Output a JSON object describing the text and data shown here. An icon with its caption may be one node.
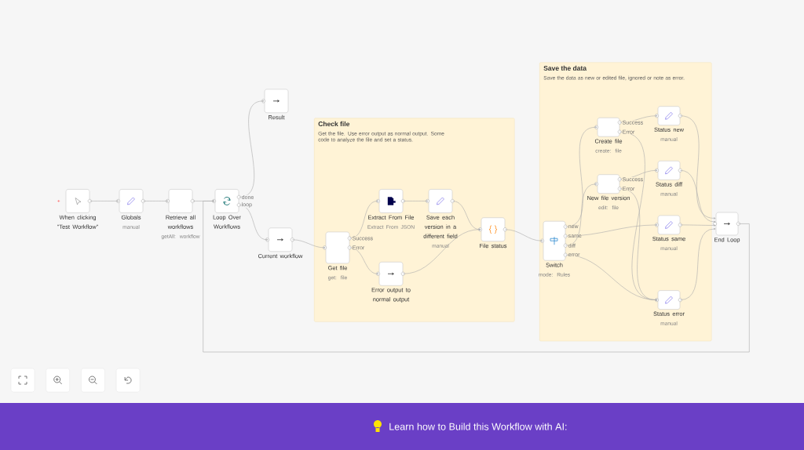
{
  "diagram": {
    "nodes": [
      {
        "text": [
          "Check file",
          "Get the file. Use error output as normal output. Some code to analyze the file and set a status."
        ]
      },
      {
        "text": [
          "Save the data",
          "Save the data as new or edited file, ignored or note as error."
        ]
      },
      {
        "text": [
          "When clicking \"Test Workflow\""
        ]
      },
      {
        "text": [
          "Globals",
          "manual"
        ]
      },
      {
        "text": [
          "Retrieve all workflows",
          "getAll: workflow"
        ]
      },
      {
        "text": [
          "Loop Over Workflows"
        ]
      },
      {
        "text": [
          "Result"
        ]
      },
      {
        "text": [
          "Current workflow"
        ]
      },
      {
        "text": [
          "Get file",
          "get: file"
        ],
        "in": 0
      },
      {
        "text": [
          "Extract From File",
          "Extract From JSON"
        ],
        "in": 0
      },
      {
        "text": [
          "Save each version in a different field",
          "manual"
        ],
        "in": 0
      },
      {
        "text": [
          "Error output to normal output"
        ],
        "in": 0
      },
      {
        "text": [
          "File status"
        ],
        "in": 0
      },
      {
        "text": [
          "Switch",
          "mode: Rules"
        ],
        "in": 1
      },
      {
        "text": [
          "Create file",
          "create: file"
        ],
        "in": 1
      },
      {
        "text": [
          "New file version",
          "edit: file"
        ],
        "in": 1
      },
      {
        "text": [
          "Status new",
          "manual"
        ],
        "in": 1
      },
      {
        "text": [
          "Status diff",
          "manual"
        ],
        "in": 1
      },
      {
        "text": [
          "Status same",
          "manual"
        ],
        "in": 1
      },
      {
        "text": [
          "Status error",
          "manual"
        ],
        "in": 1
      },
      {
        "text": [
          "End Loop"
        ]
      }
    ],
    "edges": [
      {
        "from": 2,
        "to": 3,
        "arrow": "to"
      },
      {
        "from": 3,
        "to": 4,
        "arrow": "to"
      },
      {
        "from": 4,
        "to": 5,
        "arrow": "to"
      },
      {
        "from": 5,
        "to": 6,
        "arrow": "to",
        "label": "done"
      },
      {
        "from": 5,
        "to": 7,
        "arrow": "to",
        "label": "loop"
      },
      {
        "from": 7,
        "to": 8,
        "arrow": "to"
      },
      {
        "from": 8,
        "to": 9,
        "arrow": "to",
        "label": "Success"
      },
      {
        "from": 8,
        "to": 11,
        "arrow": "to",
        "label": "Error"
      },
      {
        "from": 9,
        "to": 10,
        "arrow": "to"
      },
      {
        "from": 10,
        "to": 12,
        "arrow": "to"
      },
      {
        "from": 11,
        "to": 12,
        "arrow": "to"
      },
      {
        "from": 12,
        "to": 13,
        "arrow": "to"
      },
      {
        "from": 13,
        "to": 14,
        "arrow": "to",
        "label": "new"
      },
      {
        "from": 13,
        "to": 18,
        "arrow": "to",
        "label": "same"
      },
      {
        "from": 13,
        "to": 15,
        "arrow": "to",
        "label": "diff"
      },
      {
        "from": 13,
        "to": 19,
        "arrow": "to",
        "label": "error"
      },
      {
        "from": 14,
        "to": 16,
        "arrow": "to",
        "label": "Success"
      },
      {
        "from": 14,
        "to": 19,
        "arrow": "to",
        "label": "Error"
      },
      {
        "from": 15,
        "to": 17,
        "arrow": "to",
        "label": "Success"
      },
      {
        "from": 15,
        "to": 19,
        "arrow": "to",
        "label": "Error"
      },
      {
        "from": 16,
        "to": 20,
        "arrow": "to"
      },
      {
        "from": 17,
        "to": 20,
        "arrow": "to"
      },
      {
        "from": 18,
        "to": 20,
        "arrow": "to"
      },
      {
        "from": 19,
        "to": 20,
        "arrow": "to"
      },
      {
        "from": 20,
        "to": 5,
        "arrow": "to"
      }
    ],
    "labels": [
      "Learn how to Build this Workflow with AI:"
    ]
  }
}
